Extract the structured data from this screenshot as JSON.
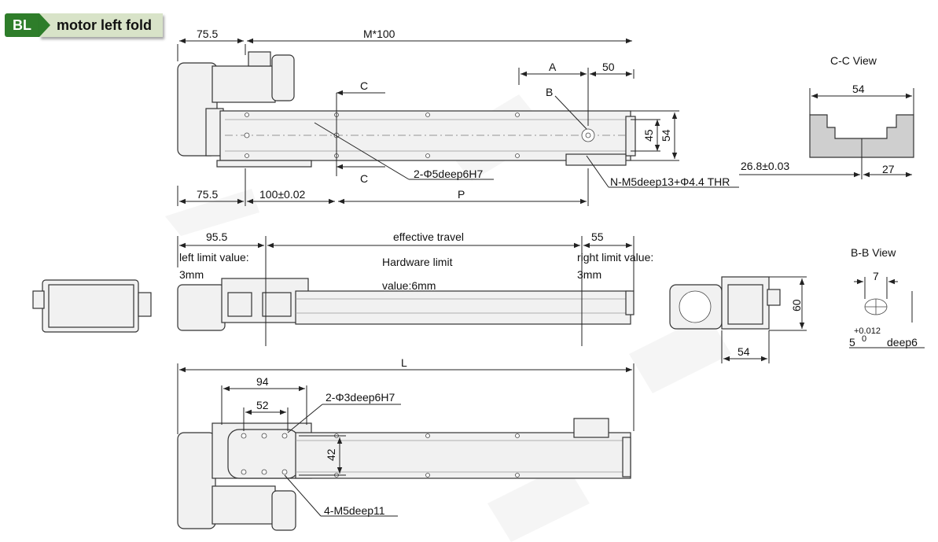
{
  "header": {
    "code": "BL",
    "title": "motor left fold"
  },
  "colors": {
    "badge_green": "#2e7d2a",
    "badge_bg": "#d8e3c8",
    "line": "#333333"
  },
  "top_view": {
    "dim_75_5": "75.5",
    "dim_m100": "M*100",
    "dim_a": "A",
    "dim_50": "50",
    "sec_c_top": "C",
    "sec_c_bottom": "C",
    "label_b": "B",
    "dim_45": "45",
    "dim_54": "54",
    "callout_pin": "2-Φ5deep6H7",
    "callout_thread": "N-M5deep13+Φ4.4 THR",
    "dim_75_5_bottom": "75.5",
    "dim_100": "100±0.02",
    "dim_p": "P"
  },
  "cc_view": {
    "title": "C-C View",
    "dim_54": "54",
    "dim_26_8": "26.8±0.03",
    "dim_27": "27"
  },
  "side_view": {
    "dim_95_5": "95.5",
    "effective_travel": "effective travel",
    "dim_55": "55",
    "left_limit_1": "left limit value:",
    "left_limit_2": "3mm",
    "hardware_limit_1": "Hardware limit",
    "hardware_limit_2": "value:6mm",
    "right_limit_1": "right limit value:",
    "right_limit_2": "3mm",
    "dim_60": "60",
    "dim_54": "54"
  },
  "bb_view": {
    "title": "B-B View",
    "dim_7": "7",
    "tol": "+0.012",
    "tol_zero": "0",
    "dim_5": "5",
    "deep": "deep6"
  },
  "bottom_view": {
    "dim_l": "L",
    "dim_94": "94",
    "dim_52": "52",
    "callout_pin": "2-Φ3deep6H7",
    "dim_42": "42",
    "callout_thread": "4-M5deep11"
  }
}
